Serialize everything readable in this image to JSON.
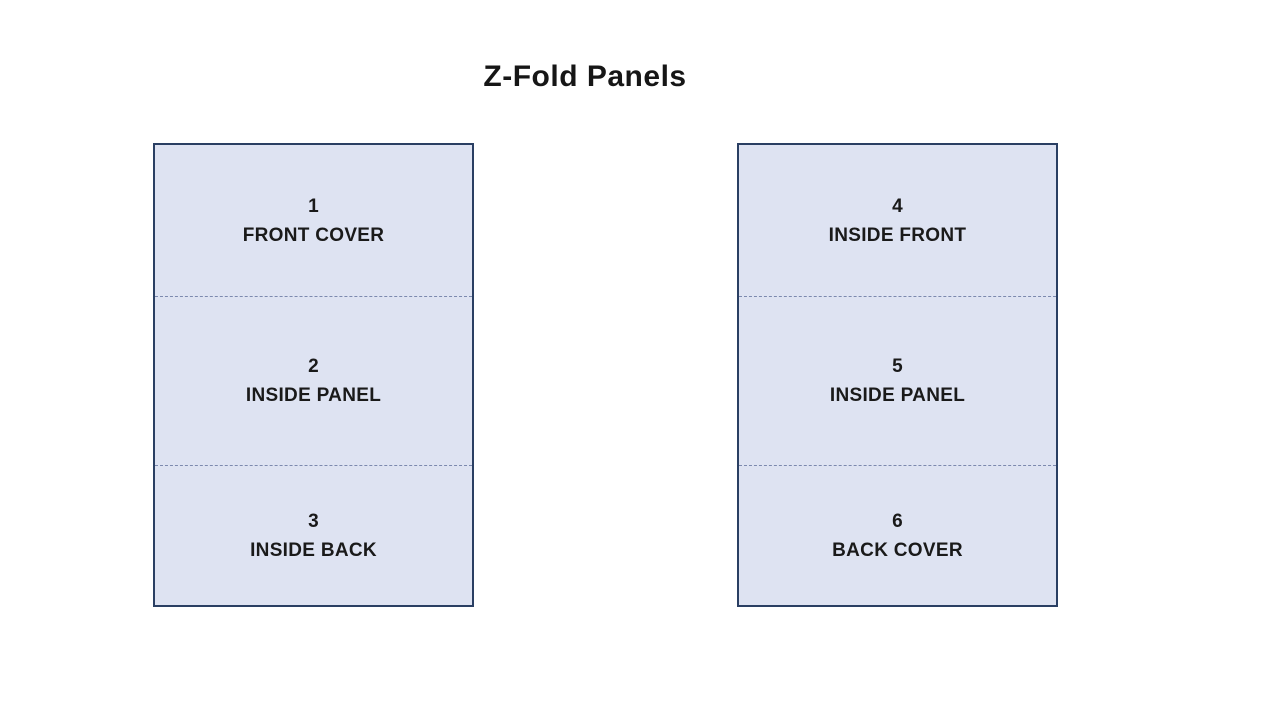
{
  "title": "Z-Fold Panels",
  "colors": {
    "panel_fill": "#dee3f2",
    "panel_border": "#2a3f63",
    "fold_line": "#7c89ae",
    "text": "#1a1a1a",
    "background": "#ffffff"
  },
  "sheets": [
    {
      "name": "front-sheet",
      "panels": [
        {
          "number": "1",
          "label": "FRONT COVER"
        },
        {
          "number": "2",
          "label": "INSIDE PANEL"
        },
        {
          "number": "3",
          "label": "INSIDE BACK"
        }
      ]
    },
    {
      "name": "back-sheet",
      "panels": [
        {
          "number": "4",
          "label": "INSIDE FRONT"
        },
        {
          "number": "5",
          "label": "INSIDE PANEL"
        },
        {
          "number": "6",
          "label": "BACK COVER"
        }
      ]
    }
  ]
}
